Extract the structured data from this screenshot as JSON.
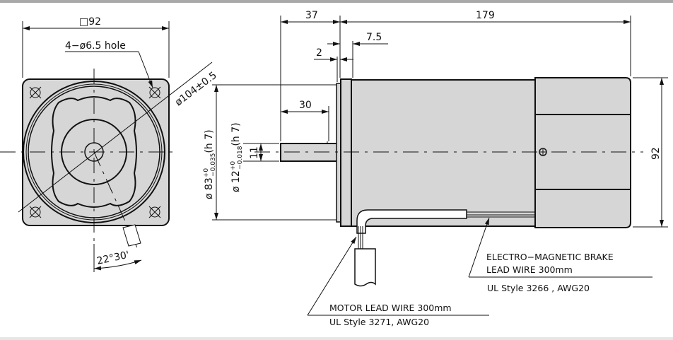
{
  "colors": {
    "fill": "#d6d6d6",
    "line": "#111111",
    "topbar": "#a9a9a9"
  },
  "front_view": {
    "square_dim": "□92",
    "hole_label": "4−ø6.5 hole",
    "pcd_label": "ø104±0.5",
    "angle_label": "22°30'"
  },
  "side_view": {
    "dim_37": "37",
    "dim_179": "179",
    "dim_7_5": "7.5",
    "dim_2": "2",
    "dim_30": "30",
    "dim_11": "11",
    "dim_92": "92",
    "pilot_dia": {
      "base": "ø 83",
      "upper": "+0",
      "lower": "−0.035",
      "suffix": "(h 7)"
    },
    "shaft_dia": {
      "base": "ø 12",
      "upper": "+0",
      "lower": "−0.018",
      "suffix": "(h 7)"
    }
  },
  "notes": {
    "brake_line1": "ELECTRO−MAGNETIC BRAKE",
    "brake_line2": "LEAD WIRE 300mm",
    "brake_spec": "UL Style 3266 , AWG20",
    "motor_line1": "MOTOR LEAD WIRE 300mm",
    "motor_spec": "UL Style 3271, AWG20"
  }
}
